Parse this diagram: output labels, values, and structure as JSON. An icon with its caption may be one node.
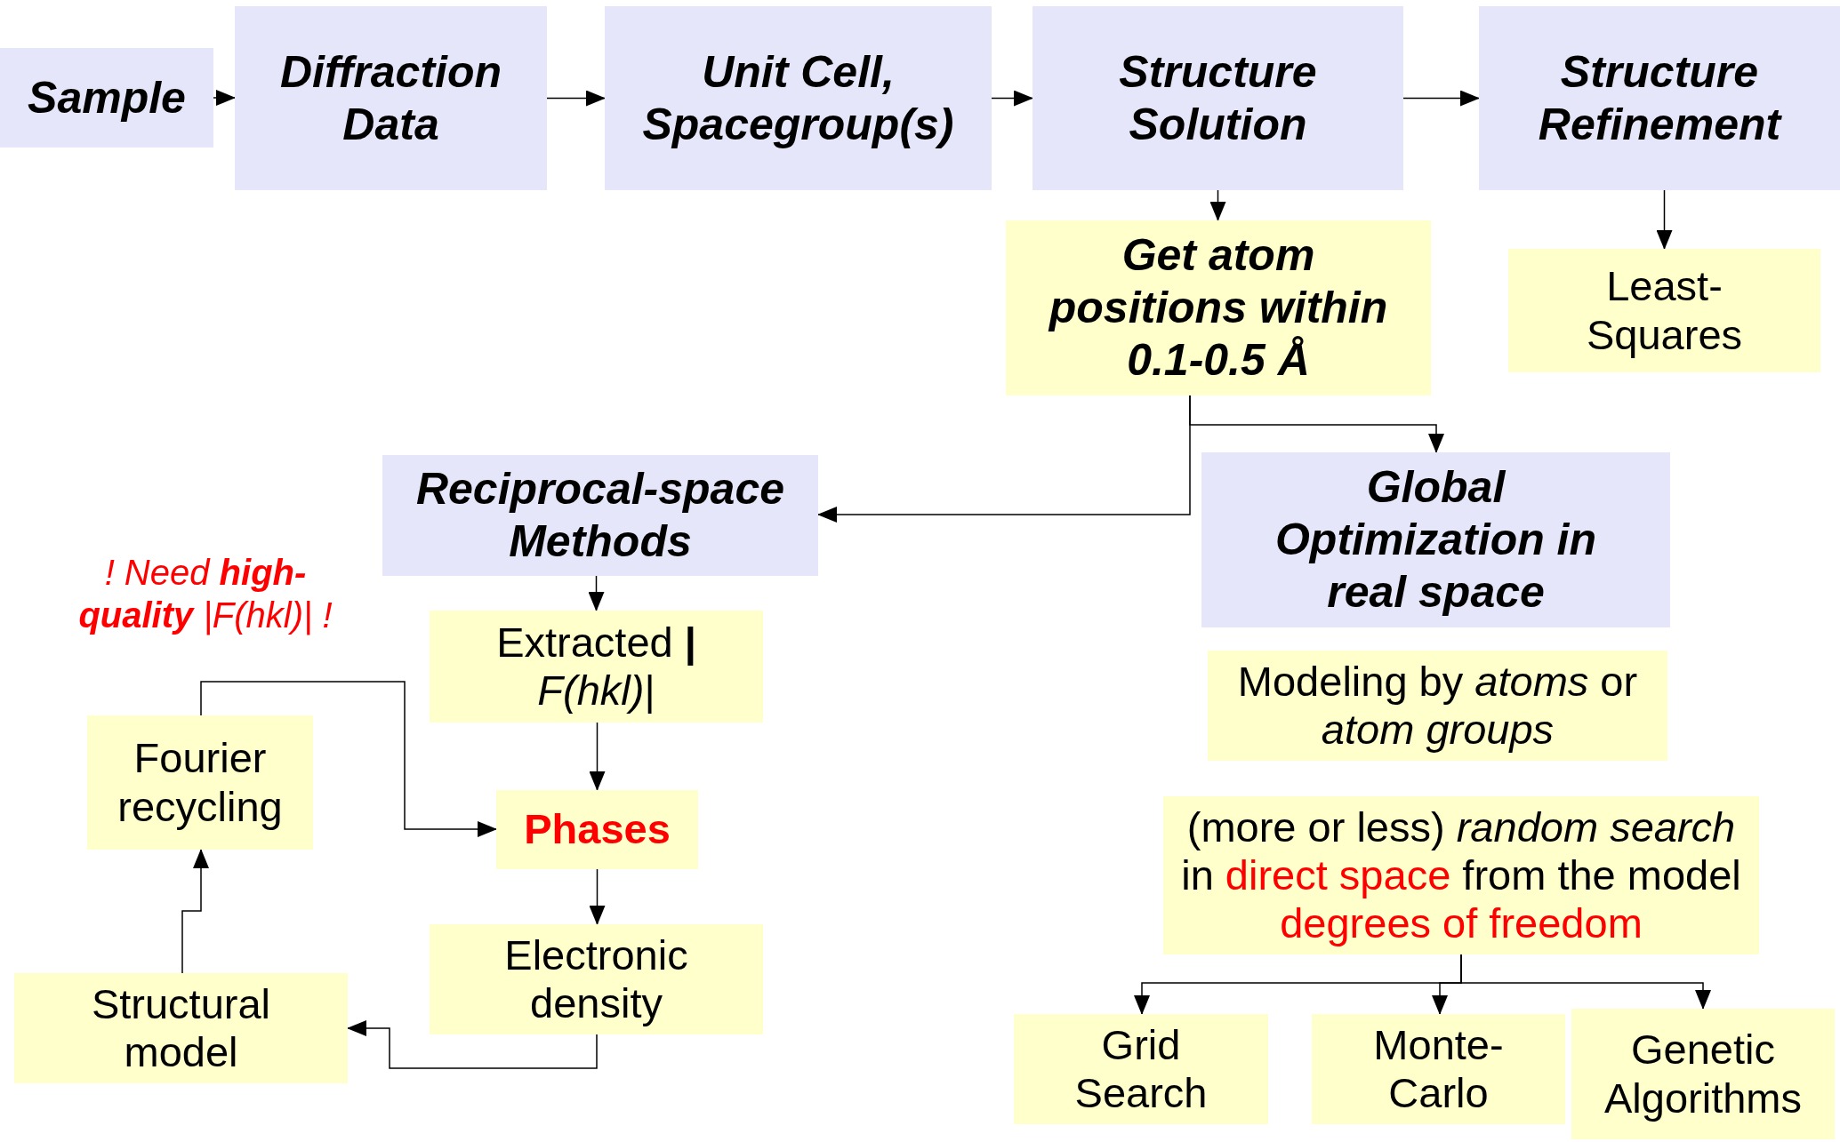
{
  "diagram": {
    "nodes": [
      {
        "text": [
          "Sample"
        ]
      },
      {
        "text": [
          "Diffraction Data"
        ]
      },
      {
        "text": [
          "Unit Cell, Spacegroup(s)"
        ]
      },
      {
        "text": [
          "Structure Solution"
        ]
      },
      {
        "text": [
          "Structure Refinement"
        ]
      },
      {
        "text": [
          "Get atom positions within 0.1-0.5 Å"
        ]
      },
      {
        "text": [
          "Least-Squares"
        ]
      },
      {
        "text": [
          "Reciprocal-space Methods"
        ]
      },
      {
        "text": [
          "Global Optimization in real space"
        ]
      },
      {
        "text": [
          "Extracted **|** *F(hkl)*|"
        ]
      },
      {
        "text": [
          "Modeling by *atoms* or *atom groups*"
        ]
      },
      {
        "text": [
          "Phases"
        ]
      },
      {
        "text": [
          "Fourier recycling"
        ]
      },
      {
        "text": [
          "(more or less) *random search* in direct space from the model degrees of freedom"
        ]
      },
      {
        "text": [
          "Electronic density"
        ]
      },
      {
        "text": [
          "Structural model"
        ]
      },
      {
        "text": [
          "Grid Search"
        ]
      },
      {
        "text": [
          "Monte-Carlo"
        ]
      },
      {
        "text": [
          "Genetic Algorithms"
        ]
      }
    ],
    "edges": [
      {
        "from": 0,
        "to": 1,
        "arrow": "to"
      },
      {
        "from": 1,
        "to": 2,
        "arrow": "to"
      },
      {
        "from": 2,
        "to": 3,
        "arrow": "to"
      },
      {
        "from": 3,
        "to": 4,
        "arrow": "to"
      },
      {
        "from": 3,
        "to": 5,
        "arrow": "to"
      },
      {
        "from": 4,
        "to": 6,
        "arrow": "to"
      },
      {
        "from": 5,
        "to": 8,
        "arrow": "to"
      },
      {
        "from": 5,
        "to": 7,
        "arrow": "to"
      },
      {
        "from": 7,
        "to": 9,
        "arrow": "to"
      },
      {
        "from": 9,
        "to": 11,
        "arrow": "to"
      },
      {
        "from": 11,
        "to": 14,
        "arrow": "to"
      },
      {
        "from": 14,
        "to": 15,
        "arrow": "to"
      },
      {
        "from": 15,
        "to": 12,
        "arrow": "to"
      },
      {
        "from": 12,
        "to": 11,
        "arrow": "to"
      },
      {
        "from": 13,
        "to": 16,
        "arrow": "to"
      },
      {
        "from": 13,
        "to": 17,
        "arrow": "to"
      },
      {
        "from": 13,
        "to": 18,
        "arrow": "to"
      }
    ],
    "labels": [
      "! Need **high-quality** |F(hkl)| !"
    ]
  }
}
